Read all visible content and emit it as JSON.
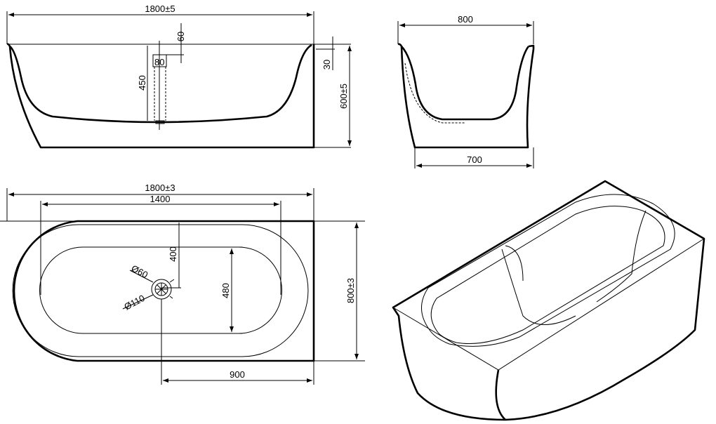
{
  "front_view": {
    "width": "1800±5",
    "overflow_offset": "60",
    "overflow_diameter": "80",
    "depth": "450",
    "rim": "30",
    "height": "600±5"
  },
  "side_view": {
    "top_width": "800",
    "bottom_width": "700"
  },
  "plan_view": {
    "length": "1800±3",
    "inner_length": "1400",
    "drain_offset_y": "400",
    "drain_d1": "Ø60",
    "drain_d2": "Ø110",
    "inner_width": "480",
    "width": "800±3",
    "drain_offset_x": "900"
  }
}
